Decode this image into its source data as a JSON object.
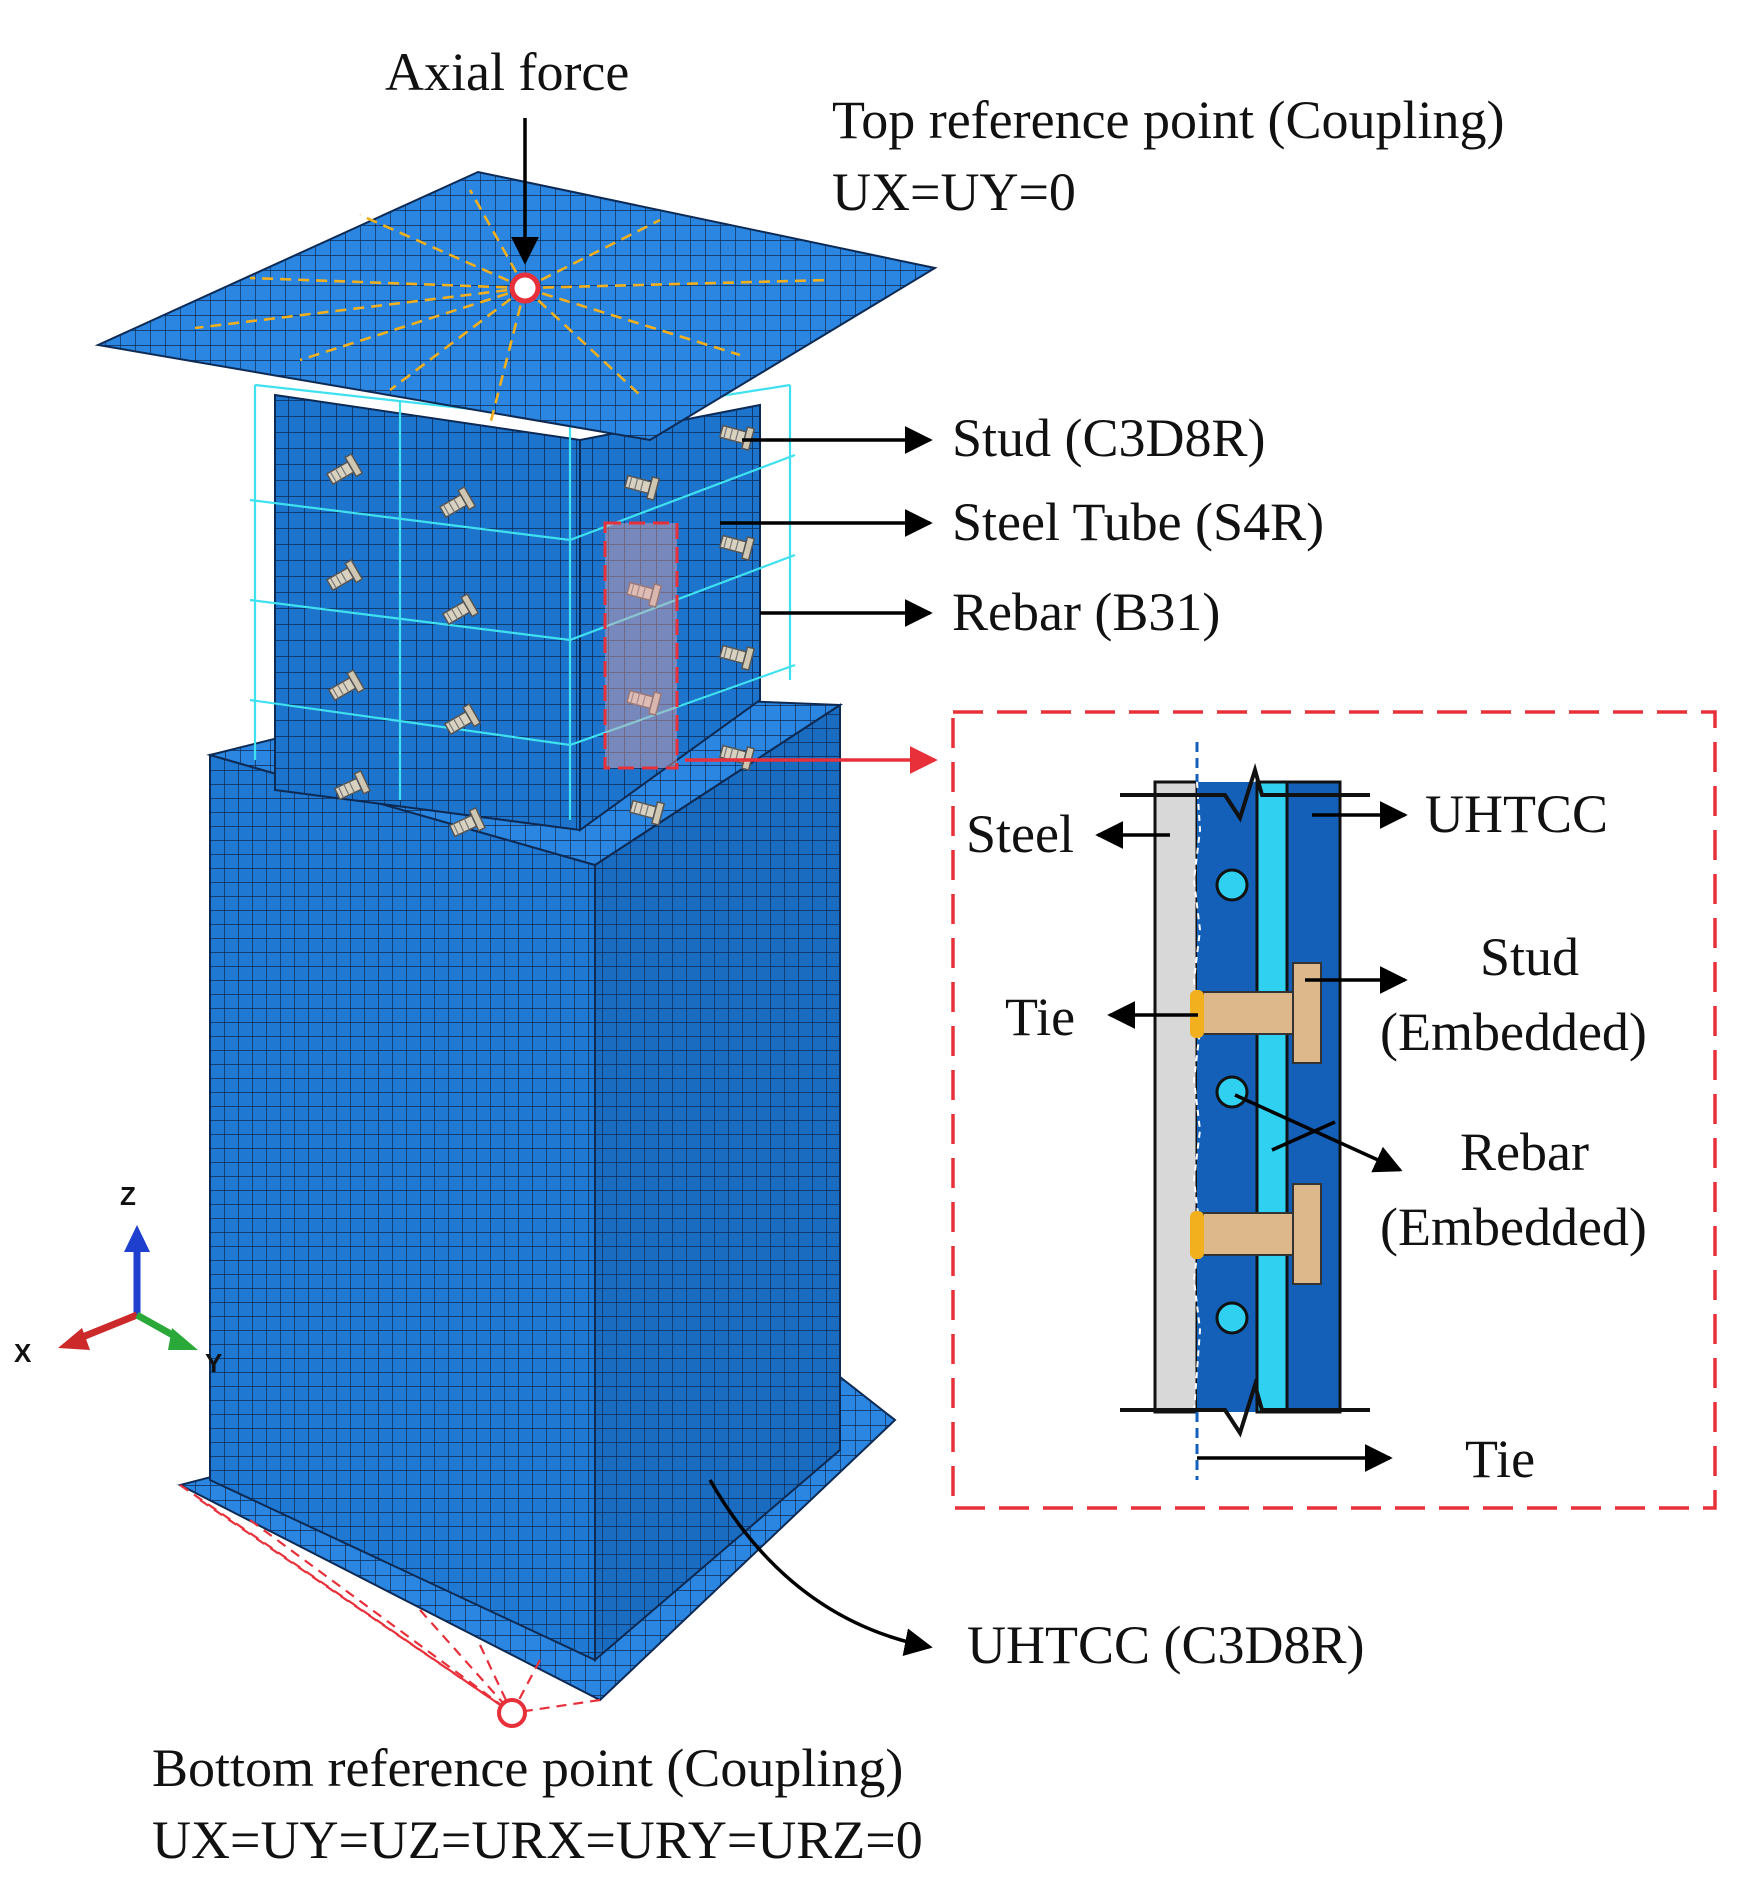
{
  "labels": {
    "axial_force": "Axial force",
    "top_ref_point": "Top reference point (Coupling)",
    "top_bc": "UX=UY=0",
    "stud": "Stud (C3D8R)",
    "steel_tube": "Steel Tube (S4R)",
    "rebar": "Rebar (B31)",
    "uhtcc": "UHTCC (C3D8R)",
    "bottom_ref_point": "Bottom reference point (Coupling)",
    "bottom_bc": "UX=UY=UZ=URX=URY=URZ=0"
  },
  "inset": {
    "steel": "Steel",
    "uhtcc": "UHTCC",
    "stud_line1": "Stud",
    "stud_line2": "(Embedded)",
    "tie_left": "Tie",
    "rebar_line1": "Rebar",
    "rebar_line2": "(Embedded)",
    "tie_bottom": "Tie"
  },
  "triad": {
    "z": "Z",
    "x": "X",
    "y": "Y"
  },
  "colors": {
    "mesh_blue": "#1f78d1",
    "mesh_line": "#0d2a55",
    "rebar_cyan": "#3fe0f0",
    "coupling_yellow": "#f2b01e",
    "highlight_red": "#e8303a",
    "stud_tan": "#dcb88a",
    "steel_grey": "#d8d8d8",
    "dark_blue": "#1460b8"
  }
}
